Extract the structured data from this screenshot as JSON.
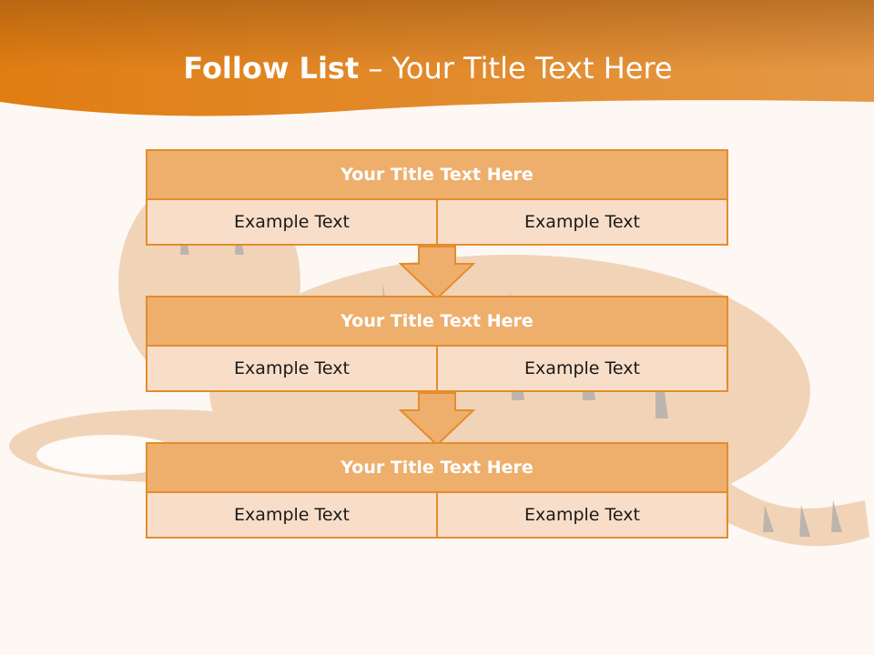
{
  "title": {
    "bold": "Follow List",
    "rest": " – Your Title Text Here"
  },
  "steps": [
    {
      "title": "Your Title Text Here",
      "left": "Example Text",
      "right": "Example Text"
    },
    {
      "title": "Your Title Text Here",
      "left": "Example Text",
      "right": "Example Text"
    },
    {
      "title": "Your Title Text Here",
      "left": "Example Text",
      "right": "Example Text"
    }
  ],
  "colors": {
    "accent": "#e38d2c",
    "header_fill": "#eeaf6d",
    "cell_fill": "#f8ddc8",
    "background": "#fdf8f4"
  },
  "background_image": "tiger-lying-icon"
}
